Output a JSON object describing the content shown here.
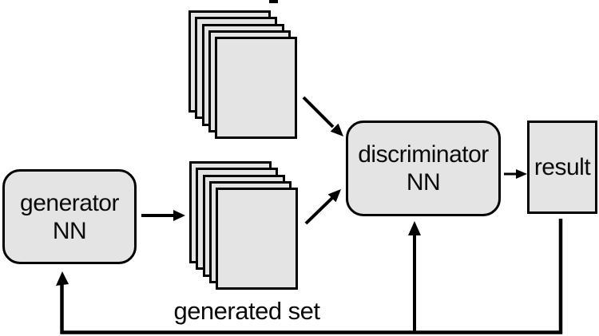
{
  "nodes": {
    "generator": {
      "line1": "generator",
      "line2": "NN"
    },
    "discriminator": {
      "line1": "discriminator",
      "line2": "NN"
    },
    "result": {
      "label": "result"
    }
  },
  "labels": {
    "generated_set": "generated set"
  },
  "stacks": {
    "training": {
      "pages": 5
    },
    "generated": {
      "pages": 5
    }
  },
  "colors": {
    "node_fill": "#e4e4e4",
    "node_border": "#000000",
    "arrow_color": "#000000",
    "background": "#ffffff"
  }
}
